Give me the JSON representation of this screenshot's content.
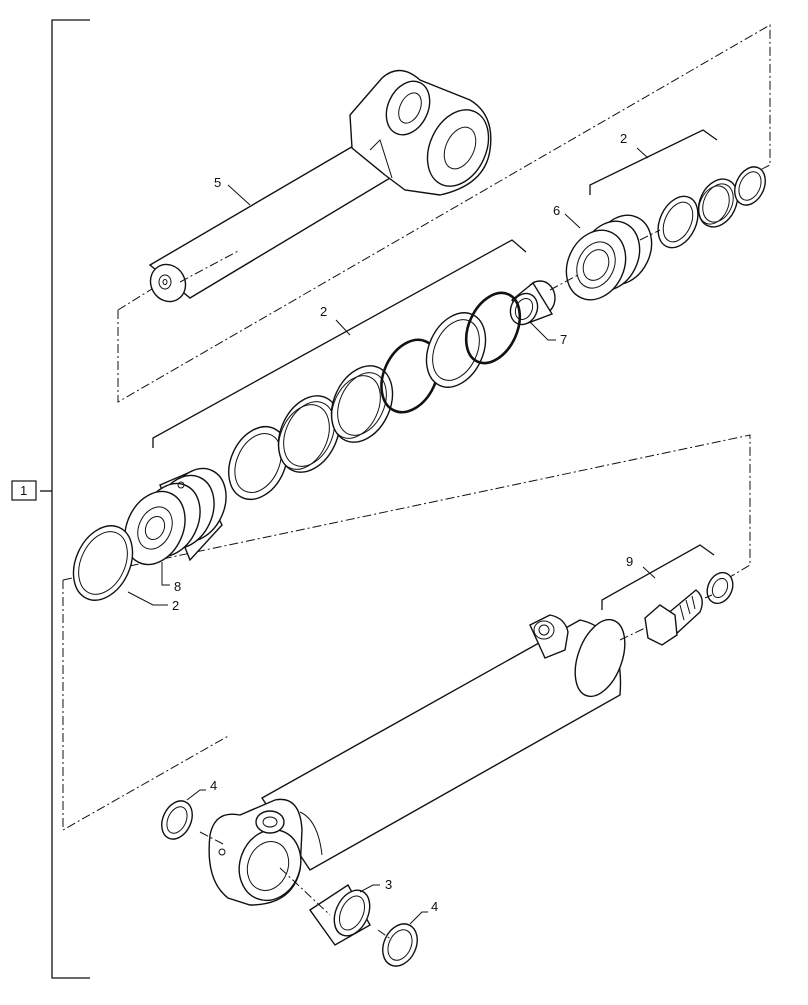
{
  "diagram": {
    "callouts": {
      "assembly": "1",
      "seal_kit_rod_end": "2",
      "seal_kit_middle": "2",
      "seal_kit_piston": "2",
      "bushing_base": "3",
      "snap_ring_left": "4",
      "snap_ring_right": "4",
      "rod": "5",
      "gland": "6",
      "bushing_gland": "7",
      "piston": "8",
      "fitting_kit": "9"
    }
  }
}
